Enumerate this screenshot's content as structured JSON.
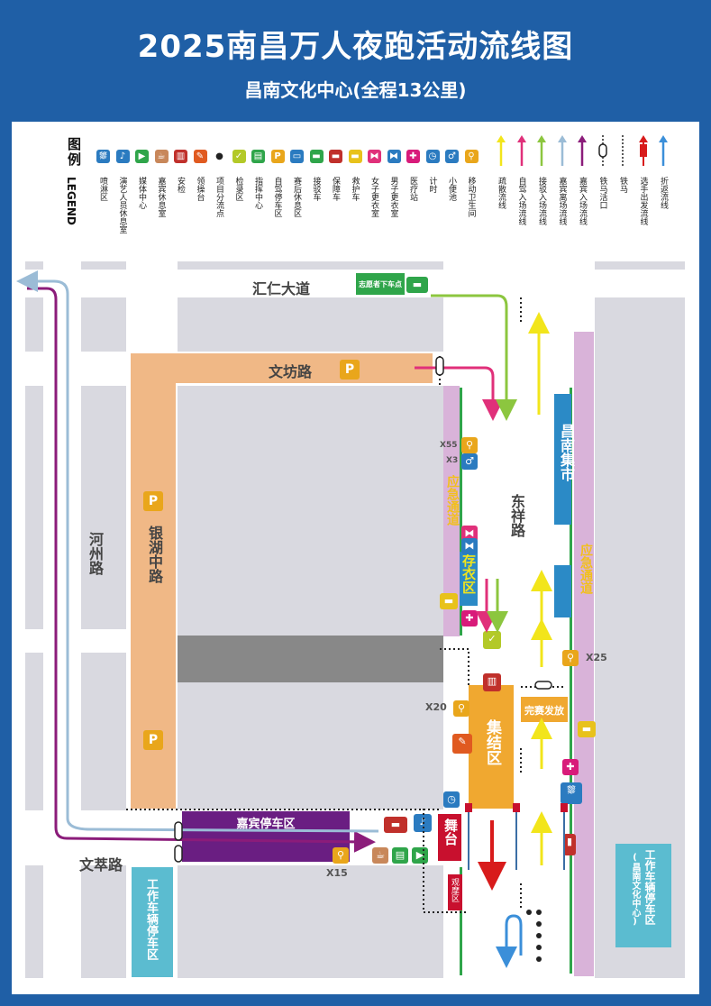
{
  "header": {
    "title": "2025南昌万人夜跑活动流线图",
    "subtitle": "昌南文化中心(全程13公里)"
  },
  "legend": {
    "title": "图例",
    "title_en": "LEGEND",
    "items": [
      {
        "label": "喷淋区",
        "icon": "shower-icon",
        "color": "#2b7bc0",
        "glyph": "⛆"
      },
      {
        "label": "演艺人员休息室",
        "icon": "microphone-icon",
        "color": "#2b7bc0",
        "glyph": "♪"
      },
      {
        "label": "媒体中心",
        "icon": "media-icon",
        "color": "#2fa54a",
        "glyph": "▶"
      },
      {
        "label": "嘉宾休息室",
        "icon": "coffee-icon",
        "color": "#c8875a",
        "glyph": "☕"
      },
      {
        "label": "安检",
        "icon": "security-icon",
        "color": "#c0302b",
        "glyph": "▥"
      },
      {
        "label": "领操台",
        "icon": "exercise-icon",
        "color": "#e05a20",
        "glyph": "✎"
      },
      {
        "label": "项目分流点",
        "icon": "dot-icon",
        "color": "#222222",
        "glyph": "●"
      },
      {
        "label": "检录区",
        "icon": "checkin-icon",
        "color": "#b3c928",
        "glyph": "✓"
      },
      {
        "label": "指挥中心",
        "icon": "command-icon",
        "color": "#2fa54a",
        "glyph": "▤"
      },
      {
        "label": "自驾停车区",
        "icon": "parking-icon",
        "color": "#e9a61b",
        "glyph": "P"
      },
      {
        "label": "赛后休息区",
        "icon": "bed-icon",
        "color": "#2b7bc0",
        "glyph": "▭"
      },
      {
        "label": "接驳车",
        "icon": "shuttle-icon",
        "color": "#2fa54a",
        "glyph": "▬"
      },
      {
        "label": "保障车",
        "icon": "support-bus-icon",
        "color": "#c0302b",
        "glyph": "▬"
      },
      {
        "label": "救护车",
        "icon": "ambulance-icon",
        "color": "#e8c21b",
        "glyph": "▬"
      },
      {
        "label": "女子更衣室",
        "icon": "womens-locker-icon",
        "color": "#e0307a",
        "glyph": "⧓"
      },
      {
        "label": "男子更衣室",
        "icon": "mens-locker-icon",
        "color": "#2b7bc0",
        "glyph": "⧓"
      },
      {
        "label": "医疗站",
        "icon": "medical-icon",
        "color": "#d81b7a",
        "glyph": "✚"
      },
      {
        "label": "计时",
        "icon": "timer-icon",
        "color": "#2b7bc0",
        "glyph": "◷"
      },
      {
        "label": "小便池",
        "icon": "urinal-icon",
        "color": "#2b7bc0",
        "glyph": "♂"
      },
      {
        "label": "移动卫生间",
        "icon": "toilet-icon",
        "color": "#e9a61b",
        "glyph": "⚲"
      }
    ],
    "flow_items": [
      {
        "label": "疏散流线",
        "icon": "evacuation-arrow-icon",
        "color": "#f2e51b"
      },
      {
        "label": "自驾入场流线",
        "icon": "self-drive-arrow-icon",
        "color": "#e0307a"
      },
      {
        "label": "接驳入场流线",
        "icon": "shuttle-arrow-icon",
        "color": "#8cc63f"
      },
      {
        "label": "嘉宾离场流线",
        "icon": "guest-exit-arrow-icon",
        "color": "#9bbcd6"
      },
      {
        "label": "嘉宾入场流线",
        "icon": "guest-enter-arrow-icon",
        "color": "#8b1c7a"
      },
      {
        "label": "铁马活口",
        "icon": "barrier-gap-icon",
        "color": "#222222"
      },
      {
        "label": "铁马",
        "icon": "barrier-icon",
        "color": "#222222"
      },
      {
        "label": "选手出发流线",
        "icon": "start-arrow-icon",
        "color": "#d81b1b"
      },
      {
        "label": "折返流线",
        "icon": "return-arrow-icon",
        "color": "#3b8fd9"
      }
    ]
  },
  "roads": {
    "huiren": "汇仁大道",
    "wenfang": "文坊路",
    "yinhu": "银湖中路",
    "hezhou": "河州路",
    "wencui": "文萃路",
    "dongxiang": "东祥路"
  },
  "areas": {
    "volunteer_dropoff": "志愿者下车点",
    "guest_parking": "嘉宾停车区",
    "staff_parking_left": "工作车辆停车区",
    "staff_parking_right": "工作车辆停车区",
    "staff_parking_right_sub": "(昌南文化中心)",
    "changnan_market": "昌南集市",
    "emergency_lane_left": "应急通道",
    "emergency_lane_right": "应急通道",
    "cloakroom": "存衣区",
    "assembly": "集结区",
    "finish_distribution": "完赛发放",
    "stage": "舞台",
    "viewing": "观摩区"
  },
  "markers": {
    "x55": "X55",
    "x3": "X3",
    "x25": "X25",
    "x20": "X20",
    "x15": "X15",
    "parking": "P"
  },
  "colors": {
    "background": "#1f5fa6",
    "block": "#d9d9e0",
    "orange_road": "#f0b886",
    "lilac_road": "#d9b3d9",
    "guest_parking": "#6a1e82",
    "assembly": "#f0a830",
    "staff_parking": "#5bbcd0",
    "stage": "#c8102e",
    "market": "#2b8ac6"
  }
}
